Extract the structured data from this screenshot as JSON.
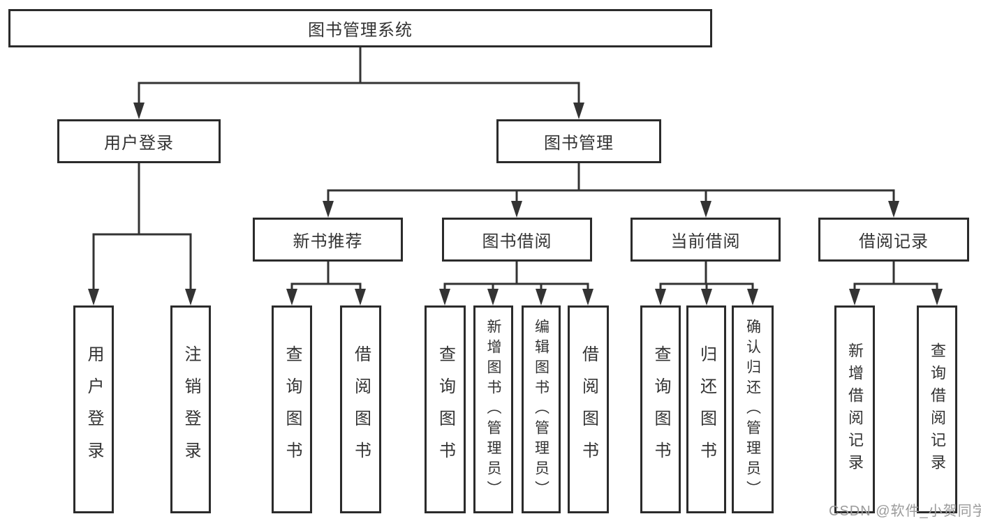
{
  "colors": {
    "line": "#333333",
    "border": "#2b2b2b",
    "text": "#333333",
    "watermark": "#9b9b9b",
    "background": "#ffffff"
  },
  "root": {
    "label": "图书管理系统"
  },
  "level2": {
    "user_login": {
      "label": "用户登录"
    },
    "book_mgmt": {
      "label": "图书管理"
    }
  },
  "level3": {
    "new_book_rec": {
      "label": "新书推荐"
    },
    "book_borrow": {
      "label": "图书借阅"
    },
    "current_borrow": {
      "label": "当前借阅"
    },
    "borrow_records": {
      "label": "借阅记录"
    }
  },
  "leaves": {
    "user_login": "用户登录",
    "logout": "注销登录",
    "rec_query_book": "查询图书",
    "rec_borrow_book": "借阅图书",
    "bb_query_book": "查询图书",
    "bb_add_book": "新增图书（管理员）",
    "bb_edit_book": "编辑图书（管理员）",
    "bb_borrow_book": "借阅图书",
    "cb_query_book": "查询图书",
    "cb_return_book": "归还图书",
    "cb_confirm_return": "确认归还（管理员）",
    "br_add_record": "新增借阅记录",
    "br_query_record": "查询借阅记录"
  },
  "watermark": {
    "text": "CSDN @软件_小贺同学"
  }
}
